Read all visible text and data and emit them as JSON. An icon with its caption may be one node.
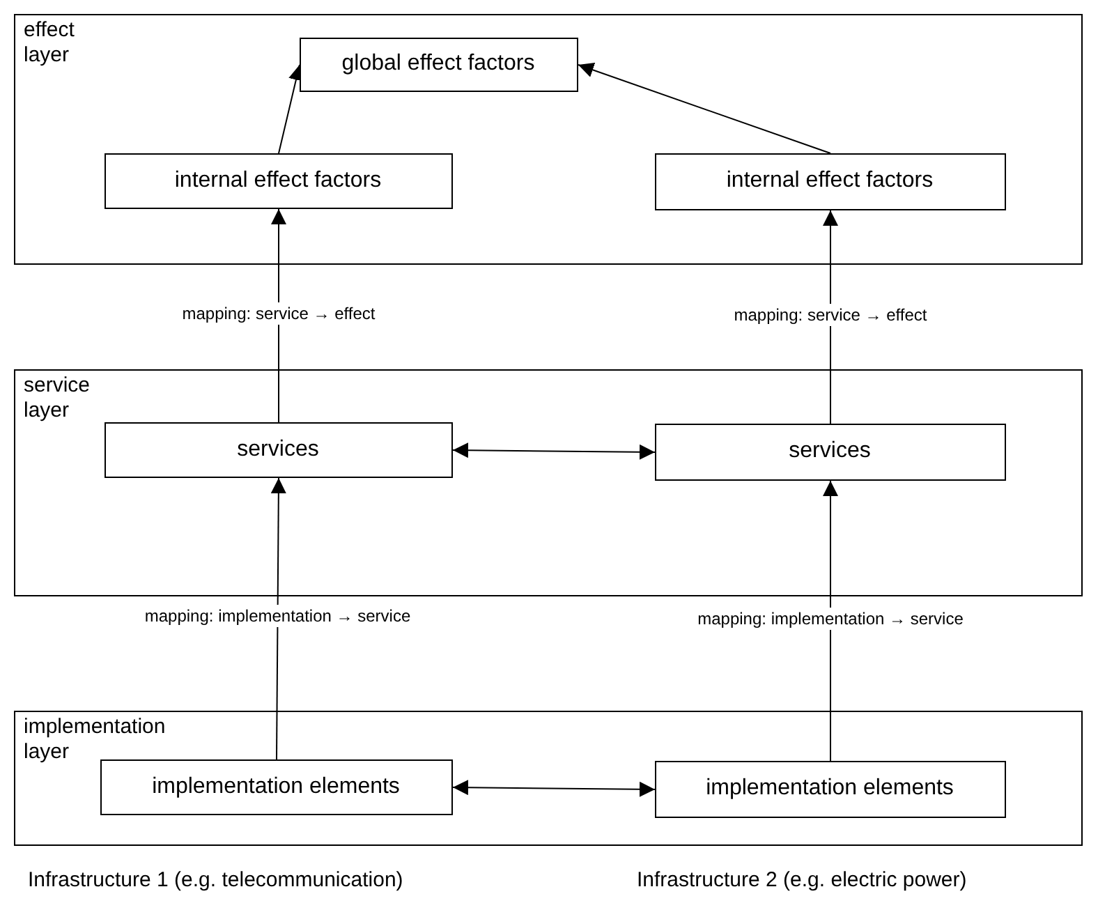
{
  "diagram": {
    "nodes": [
      {
        "text": [
          "effect layer"
        ]
      },
      {
        "text": [
          "global effect factors"
        ],
        "in": 0
      },
      {
        "text": [
          "internal effect factors"
        ],
        "in": 0
      },
      {
        "text": [
          "internal effect factors"
        ],
        "in": 0
      },
      {
        "text": [
          "service layer"
        ]
      },
      {
        "text": [
          "services"
        ],
        "in": 4
      },
      {
        "text": [
          "services"
        ],
        "in": 4
      },
      {
        "text": [
          "implementation layer"
        ]
      },
      {
        "text": [
          "implementation elements"
        ],
        "in": 7
      },
      {
        "text": [
          "implementation elements"
        ],
        "in": 7
      }
    ],
    "edges": [
      {
        "from": 2,
        "to": 1,
        "arrow": "to"
      },
      {
        "from": 3,
        "to": 1,
        "arrow": "to"
      },
      {
        "from": 5,
        "to": 2,
        "arrow": "to",
        "label": "mapping: service → effect"
      },
      {
        "from": 6,
        "to": 3,
        "arrow": "to",
        "label": "mapping: service → effect"
      },
      {
        "from": 5,
        "to": 6,
        "arrow": "both"
      },
      {
        "from": 8,
        "to": 5,
        "arrow": "to",
        "label": "mapping: implementation → service"
      },
      {
        "from": 9,
        "to": 6,
        "arrow": "to",
        "label": "mapping: implementation → service"
      },
      {
        "from": 8,
        "to": 9,
        "arrow": "both"
      }
    ],
    "labels": [
      "Infrastructure 1 (e.g. telecommunication)",
      "Infrastructure 2 (e.g. electric power)"
    ]
  }
}
